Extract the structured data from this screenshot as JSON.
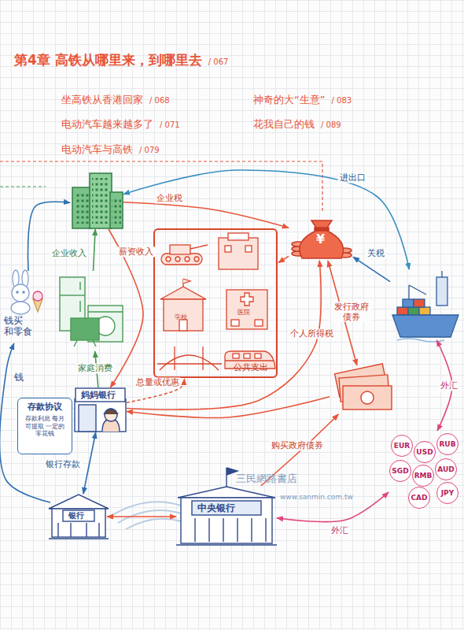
{
  "diagram": {
    "title": "第4章 高铁从哪里来，到哪里去",
    "nodes": [
      {
        "text": []
      },
      {
        "text": [
          "¥"
        ]
      },
      {
        "text": [
          "公共支出"
        ]
      },
      {
        "text": [
          "钱买 和零食"
        ]
      },
      {
        "text": []
      },
      {
        "text": []
      },
      {
        "text": [
          "存款协议",
          "存款利息 每月可提取 一定的零花钱"
        ]
      },
      {
        "text": [
          "妈妈银行"
        ]
      },
      {
        "text": []
      },
      {
        "text": [
          "RUB",
          "EUR",
          "USD",
          "SGD",
          "RMB",
          "AUD",
          "JPY",
          "CAD"
        ]
      },
      {
        "text": [
          "银行"
        ]
      },
      {
        "text": [
          "中央银行"
        ]
      }
    ],
    "edges": [
      {
        "from": 0,
        "to": 1,
        "label": "企业税",
        "arrow": "to"
      },
      {
        "from": 0,
        "to": 5,
        "label": "进出口",
        "arrow": "both"
      },
      {
        "from": 1,
        "to": 2,
        "arrow": "to"
      },
      {
        "from": 4,
        "to": 0,
        "label": "企业收入",
        "arrow": "to"
      },
      {
        "from": 0,
        "to": 7,
        "label": "薪资收入",
        "arrow": "to"
      },
      {
        "from": 7,
        "to": 4,
        "label": "家庭消费",
        "arrow": "to"
      },
      {
        "from": 7,
        "to": 1,
        "label": "个人所得税",
        "arrow": "to"
      },
      {
        "from": 7,
        "to": 2,
        "label": "总量或优惠",
        "arrow": "to"
      },
      {
        "from": 5,
        "to": 1,
        "label": "关税",
        "arrow": "to"
      },
      {
        "from": 1,
        "to": 8,
        "label": "发行政府债券",
        "arrow": "both"
      },
      {
        "from": 11,
        "to": 8,
        "label": "购买政府债券",
        "arrow": "to"
      },
      {
        "from": 8,
        "to": 7,
        "arrow": "to"
      },
      {
        "from": 5,
        "to": 9,
        "label": "外汇",
        "arrow": "both"
      },
      {
        "from": 9,
        "to": 11,
        "label": "外汇",
        "arrow": "both"
      },
      {
        "from": 7,
        "to": 10,
        "label": "银行存款",
        "arrow": "both"
      },
      {
        "from": 10,
        "to": 11,
        "arrow": "both"
      },
      {
        "from": 10,
        "to": 3,
        "arrow": "to"
      },
      {
        "from": 3,
        "to": 0,
        "arrow": "to"
      }
    ],
    "labels": [
      "/ 067",
      "坐高铁从香港回家",
      "/ 068",
      "电动汽车越来越多了",
      "/ 071",
      "电动汽车与高铁",
      "/ 079",
      "神奇的大“生意”",
      "/ 083",
      "花我自己的钱",
      "/ 089",
      "学校",
      "医院",
      "钱",
      "三民網路書店",
      "www.sanmin.com.tw"
    ]
  }
}
